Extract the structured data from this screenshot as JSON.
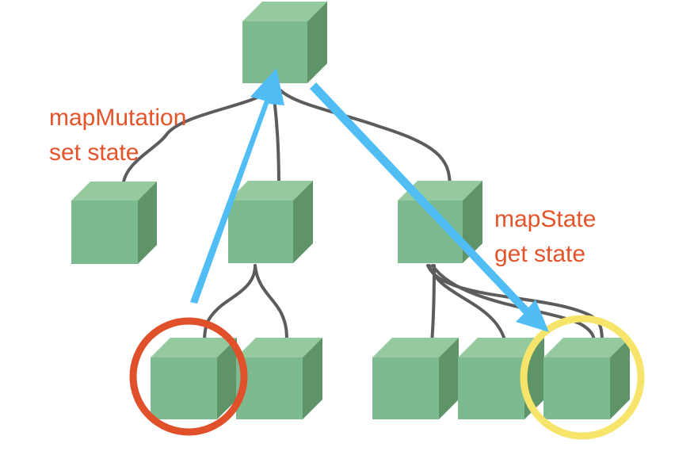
{
  "annotations": {
    "mutation": {
      "line1": "mapMutation",
      "line2": "set state"
    },
    "state": {
      "line1": "mapState",
      "line2": "get state"
    }
  },
  "colors": {
    "cube_front": "#7dba8f",
    "cube_top": "#95ca9f",
    "cube_side": "#5f9469",
    "connector": "#5c5c5c",
    "arrow": "#51bdf5",
    "label": "#e4532a",
    "source_circle": "#e0512b",
    "target_circle": "#f7e56b"
  },
  "tree": {
    "root": "root-component",
    "children": [
      {
        "name": "child-component-left",
        "children": []
      },
      {
        "name": "child-component-middle",
        "children": [
          "grandchild-component-1",
          "grandchild-component-2"
        ]
      },
      {
        "name": "child-component-right",
        "children": [
          "grandchild-component-3",
          "grandchild-component-4",
          "grandchild-component-5"
        ]
      }
    ]
  },
  "highlights": {
    "source": "grandchild-component-1",
    "target": "grandchild-component-5"
  }
}
